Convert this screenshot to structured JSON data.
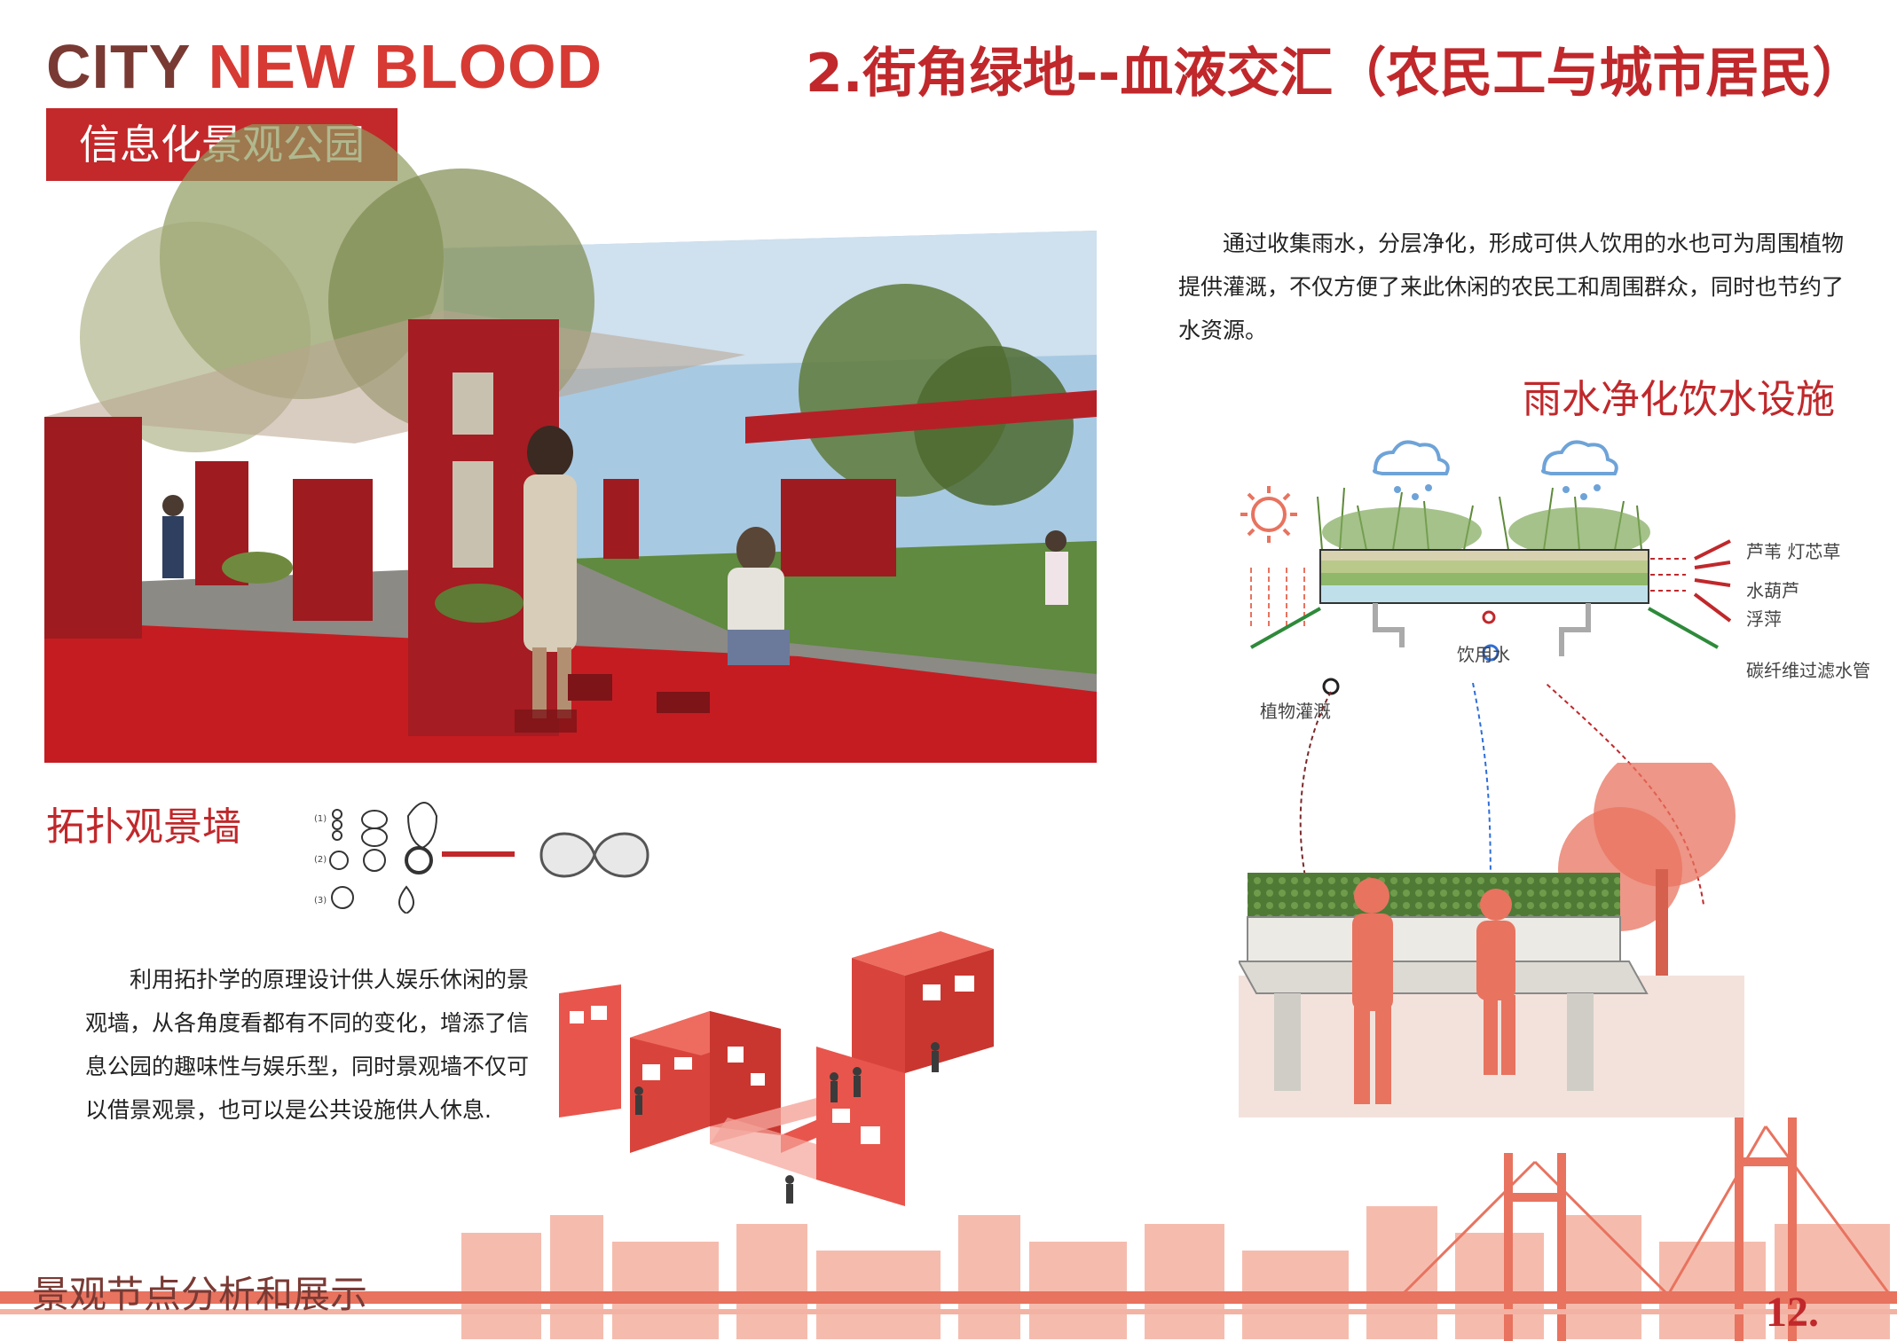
{
  "header": {
    "brand_word1": "CITY",
    "brand_word2": "NEW BLOOD",
    "ribbon_label": "信息化景观公园",
    "main_title": "2.街角绿地--血液交汇（农民工与城市居民）",
    "page_number": "12."
  },
  "water_section": {
    "description": "通过收集雨水，分层净化，形成可供人饮用的水也可为周围植物提供灌溉，不仅方便了来此休闲的农民工和周围群众，同时也节约了水资源。",
    "title": "雨水净化饮水设施",
    "labels": {
      "reed": "芦苇  灯芯草",
      "water_hyacinth": "水葫芦",
      "duckweed": "浮萍",
      "filter_pipe": "碳纤维过滤水管",
      "drinking_water": "饮用水",
      "irrigation": "植物灌溉"
    }
  },
  "topology_section": {
    "title": "拓扑观景墙",
    "description": "利用拓扑学的原理设计供人娱乐休闲的景观墙，从各角度看都有不同的变化，增添了信息公园的趣味性与娱乐型，同时景观墙不仅可以借景观景，也可以是公共设施供人休息.",
    "diagram_marks": [
      "(1)",
      "(2)",
      "(3)"
    ]
  },
  "footer": {
    "title": "景观节点分析和展示"
  },
  "colors": {
    "accent_red": "#c0282b",
    "brand_dark": "#7a3a34",
    "salmon": "#e8735f",
    "pale_salmon": "#f2b3a4"
  }
}
